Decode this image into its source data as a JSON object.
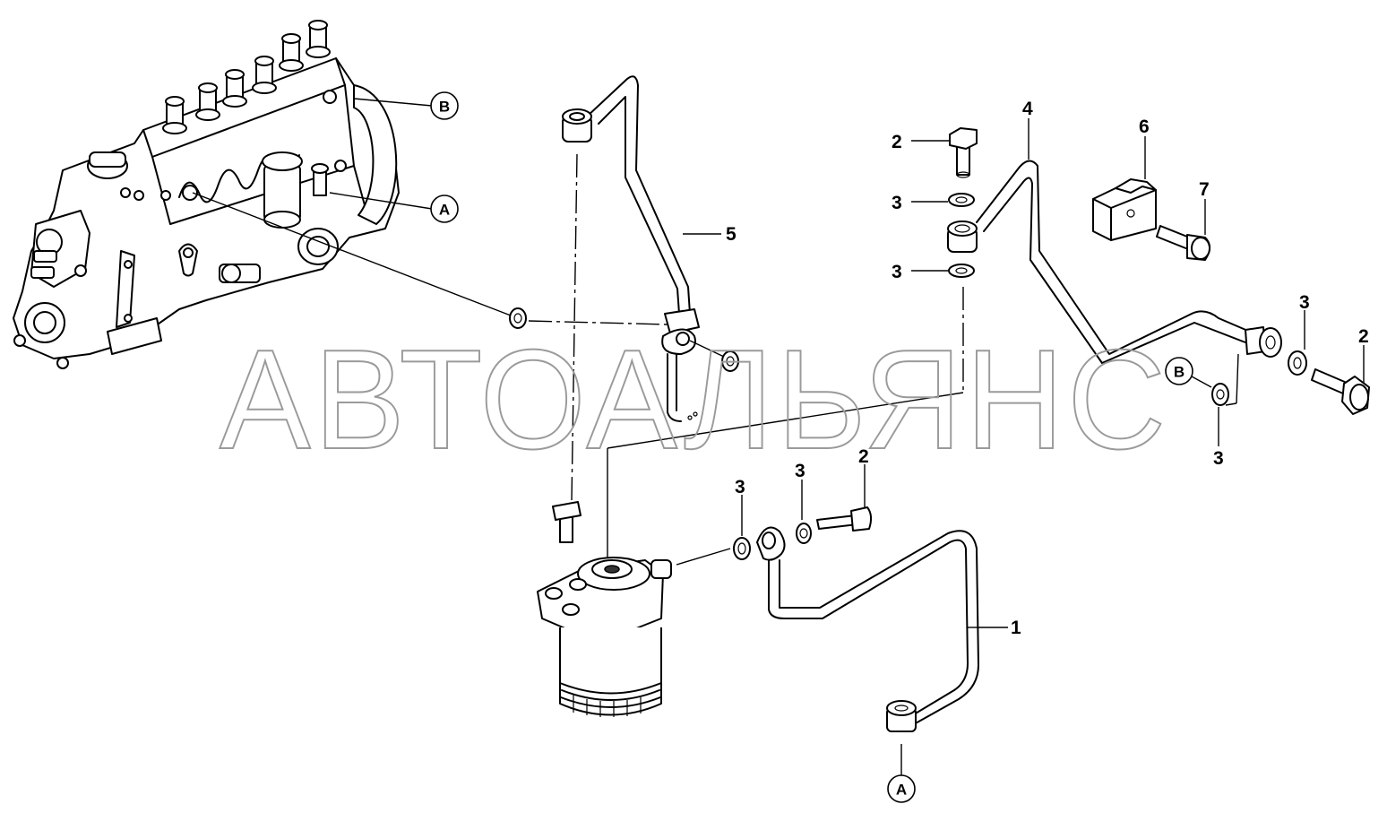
{
  "callouts": {
    "c1": "1",
    "c2a": "2",
    "c2b": "2",
    "c2c": "2",
    "c3a": "3",
    "c3b": "3",
    "c3c": "3",
    "c3d": "3",
    "c3e": "3",
    "c3f": "3",
    "c4": "4",
    "c5": "5",
    "c6": "6",
    "c7": "7"
  },
  "refs": {
    "a_pump": "A",
    "b_pump": "B",
    "a_line": "A",
    "b_right": "B"
  },
  "watermark": "АВТОАЛЬЯНС",
  "colors": {
    "line": "#000000",
    "watermark": "#9a9a9a",
    "background": "#ffffff"
  }
}
